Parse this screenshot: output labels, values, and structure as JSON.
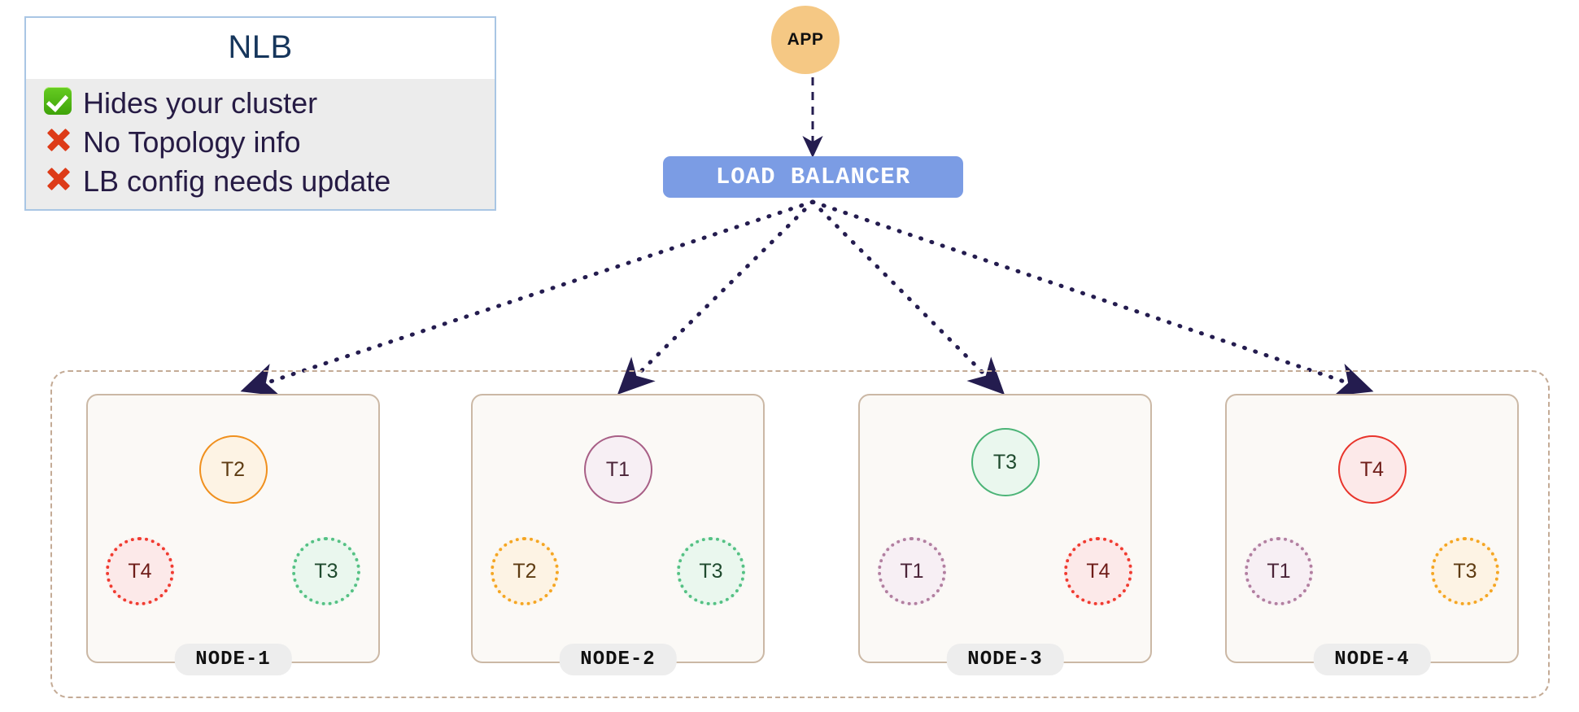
{
  "legend": {
    "title": "NLB",
    "items": [
      {
        "mark": "check-icon",
        "text": "Hides your cluster"
      },
      {
        "mark": "cross-icon",
        "text": "No Topology info"
      },
      {
        "mark": "cross-icon",
        "text": "LB config needs update"
      }
    ]
  },
  "app": {
    "label": "APP"
  },
  "load_balancer": {
    "label": "LOAD  BALANCER"
  },
  "cluster": {
    "nodes": [
      {
        "label": "NODE-1",
        "pods": [
          {
            "label": "T2",
            "role": "primary",
            "color": "orange"
          },
          {
            "label": "T4",
            "role": "replica",
            "color": "red"
          },
          {
            "label": "T3",
            "role": "replica",
            "color": "green"
          }
        ]
      },
      {
        "label": "NODE-2",
        "pods": [
          {
            "label": "T1",
            "role": "primary",
            "color": "purple"
          },
          {
            "label": "T2",
            "role": "replica",
            "color": "orange"
          },
          {
            "label": "T3",
            "role": "replica",
            "color": "green"
          }
        ]
      },
      {
        "label": "NODE-3",
        "pods": [
          {
            "label": "T3",
            "role": "primary",
            "color": "green"
          },
          {
            "label": "T1",
            "role": "replica",
            "color": "purple"
          },
          {
            "label": "T4",
            "role": "replica",
            "color": "red"
          }
        ]
      },
      {
        "label": "NODE-4",
        "pods": [
          {
            "label": "T4",
            "role": "primary",
            "color": "red"
          },
          {
            "label": "T1",
            "role": "replica",
            "color": "purple"
          },
          {
            "label": "T3",
            "role": "replica",
            "color": "orange"
          }
        ]
      }
    ]
  },
  "colors": {
    "legend_border": "#a9c6e4",
    "legend_body": "#ececec",
    "legend_title": "#16365c",
    "legend_text": "#261b44",
    "app_fill": "#f5c884",
    "lb_fill": "#7b9ce4",
    "lb_text": "#ffffff",
    "edge": "#241c4f",
    "cluster_border": "#c4ab96",
    "node_fill": "#fbf9f6",
    "node_border": "#cbb8a5",
    "node_pill": "#ededed",
    "check_green": "#4fb313",
    "cross_red": "#dd3b18"
  }
}
